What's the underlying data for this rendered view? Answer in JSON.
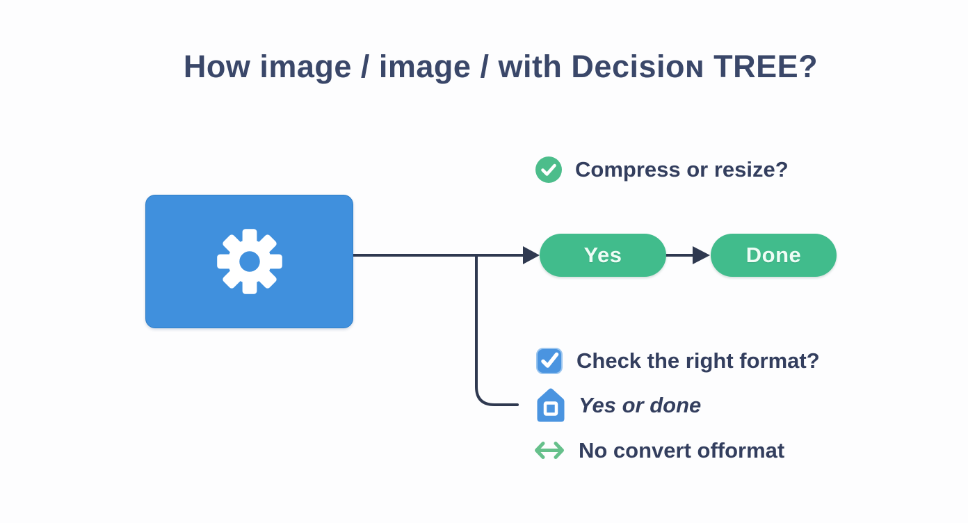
{
  "title": "How image / image / with Decisioɴ TREE?",
  "diagram": {
    "source_node": {
      "icon": "gear-icon",
      "fill": "#4090dd"
    },
    "top_branch": {
      "question": "Compress or resize?",
      "question_icon": "check-circle-icon",
      "yes_node_label": "Yes",
      "done_node_label": "Done"
    },
    "bottom_branch": {
      "question": "Check the right format?",
      "question_icon": "checkbox-icon",
      "options": [
        {
          "icon": "home-icon",
          "label": "Yes or done"
        },
        {
          "icon": "swap-arrows-icon",
          "label": "No convert offormat"
        }
      ]
    }
  },
  "colors": {
    "background": "#fdfdfe",
    "title_text": "#3a4769",
    "body_text": "#333e5e",
    "node_blue": "#4090dd",
    "icon_blue": "#4a94e0",
    "pill_green": "#41bc8c",
    "icon_green": "#4cbd8b",
    "swap_arrow_green": "#66c08b",
    "connector_dark": "#2f3950"
  }
}
